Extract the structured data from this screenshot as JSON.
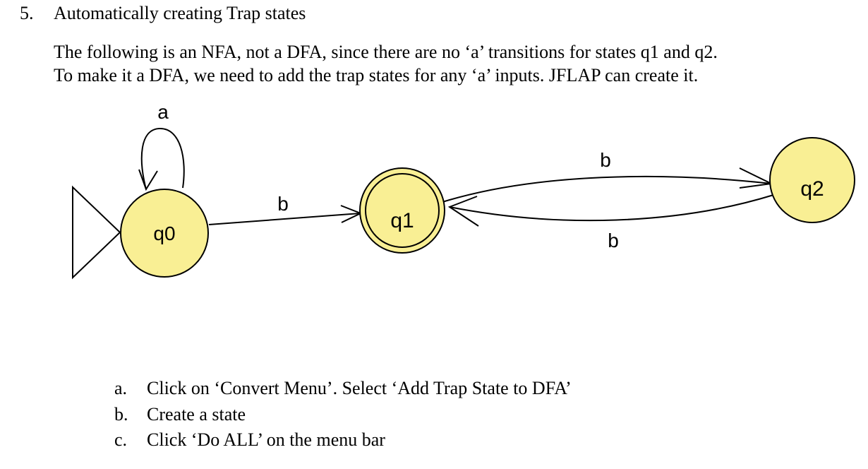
{
  "heading": {
    "number": "5.",
    "text": "Automatically creating Trap states"
  },
  "intro": {
    "line1": "The following is an NFA, not a DFA, since there are no ‘a’ transitions for states q1 and q2.",
    "line2": "To make it a DFA, we need to add the trap states for any ‘a’ inputs. JFLAP can create it."
  },
  "diagram": {
    "colors": {
      "state_fill": "#f9ef94",
      "stroke": "#000000"
    },
    "states": {
      "q0": "q0",
      "q1": "q1",
      "q2": "q2"
    },
    "start_state": "q0",
    "final_states": [
      "q1"
    ],
    "transitions": {
      "q0_q0": "a",
      "q0_q1": "b",
      "q1_q2": "b",
      "q2_q1": "b"
    }
  },
  "steps": [
    {
      "marker": "a.",
      "text": "Click on ‘Convert Menu’. Select ‘Add Trap State to DFA’"
    },
    {
      "marker": "b.",
      "text": "Create a state"
    },
    {
      "marker": "c.",
      "text": "Click ‘Do ALL’ on the menu bar"
    }
  ]
}
